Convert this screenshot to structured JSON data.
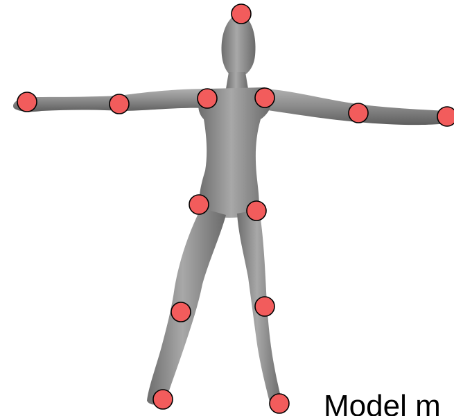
{
  "caption": "Model m",
  "colors": {
    "background": "#ffffff",
    "body_fill": "#8f8f8f",
    "body_shadow": "#5a5a5a",
    "joint_fill": "#f25c5c",
    "joint_stroke": "#000000"
  },
  "joints": [
    {
      "name": "head-top"
    },
    {
      "name": "left-hand"
    },
    {
      "name": "left-elbow"
    },
    {
      "name": "left-shoulder"
    },
    {
      "name": "right-shoulder"
    },
    {
      "name": "right-elbow"
    },
    {
      "name": "right-hand"
    },
    {
      "name": "left-hip"
    },
    {
      "name": "right-hip"
    },
    {
      "name": "left-knee"
    },
    {
      "name": "right-knee"
    },
    {
      "name": "left-foot"
    },
    {
      "name": "right-foot"
    }
  ]
}
